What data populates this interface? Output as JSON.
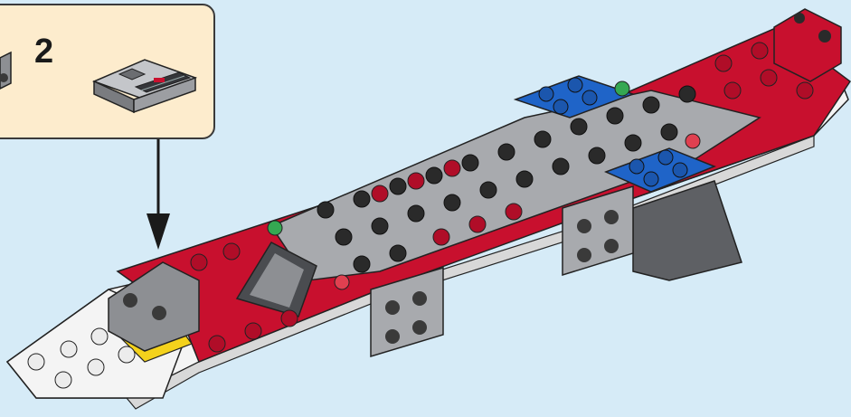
{
  "step": {
    "number": "2"
  },
  "parts_callout": {
    "part_name": "tile-with-printed-grille",
    "quantity": 1
  },
  "colors": {
    "background": "#d6ebf7",
    "callout_bg": "#fdeccd",
    "red": "#c8102e",
    "dark_gray": "#5e6064",
    "light_gray": "#a8aaae",
    "blue": "#1f64c8",
    "white": "#f4f4f4",
    "yellow": "#f4d21c",
    "green": "#35a852"
  },
  "icons": [
    "arrow-down-icon",
    "printed-tile-part-icon",
    "partial-part-icon"
  ]
}
